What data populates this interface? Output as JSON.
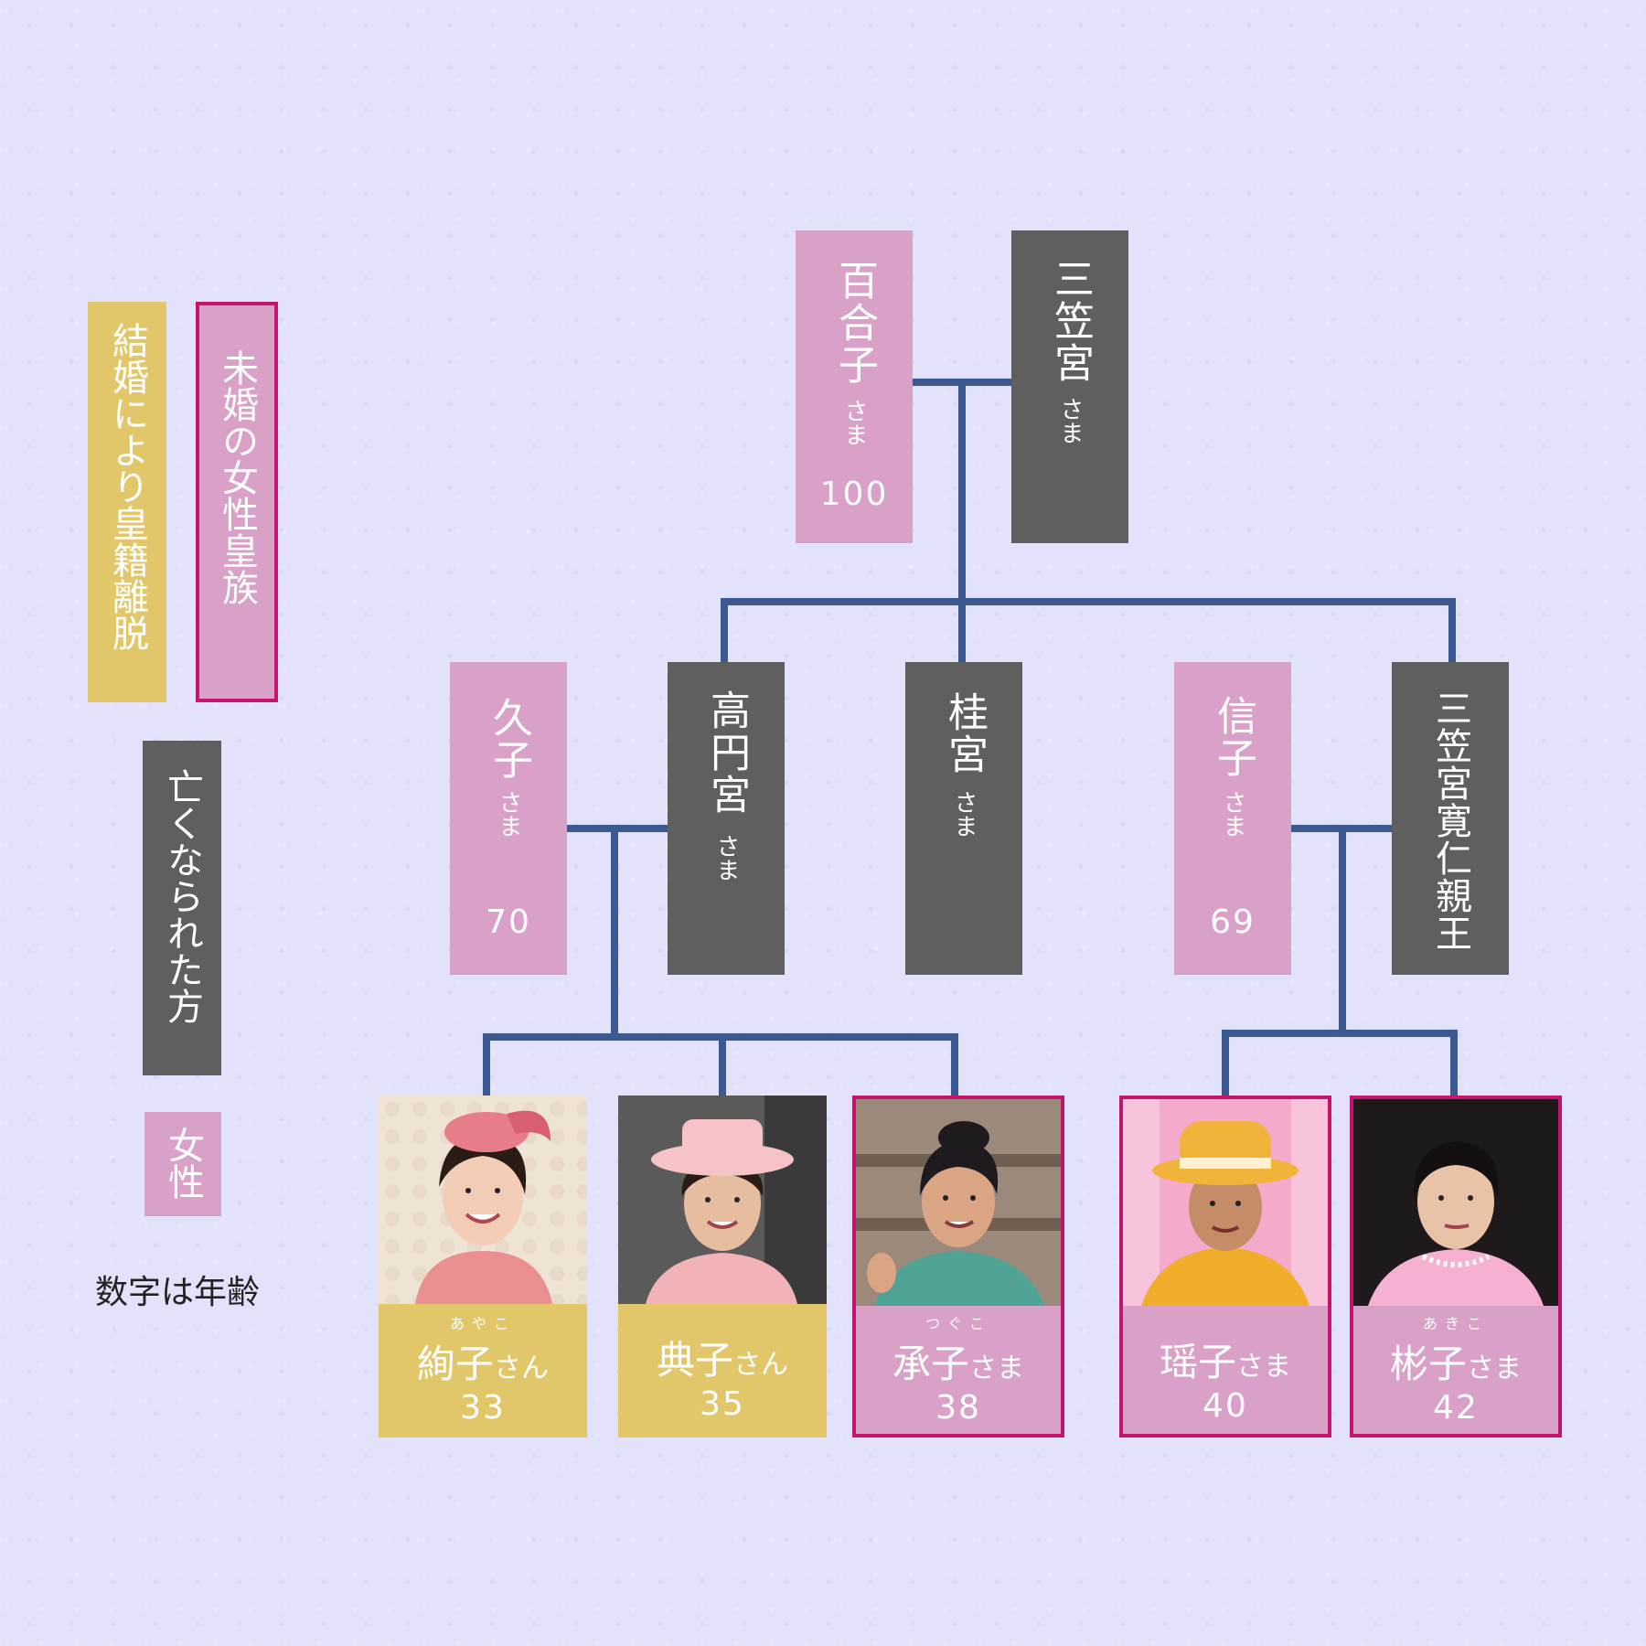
{
  "legend": {
    "married": "結婚により皇籍離脱",
    "unmarried": "未婚の女性皇族",
    "deceased": "亡くなられた方",
    "female": "女性",
    "note": "数字は年齢"
  },
  "colors": {
    "deceased": "#5f5f5f",
    "female": "#d9a0c8",
    "married": "#e2c66a",
    "unmarried_border": "#c4146e",
    "line": "#3a5a91",
    "background": "#e2e2fb"
  },
  "gen1": {
    "yuriko": {
      "name": "百合子",
      "honorific": "さま",
      "age": "100"
    },
    "mikasa": {
      "name": "三笠宮",
      "honorific": "さま"
    }
  },
  "gen2": {
    "hisako": {
      "name": "久子",
      "honorific": "さま",
      "age": "70"
    },
    "takamado": {
      "name": "高円宮",
      "honorific": "さま"
    },
    "katsura": {
      "name": "桂宮",
      "honorific": "さま"
    },
    "nobuko": {
      "name": "信子",
      "honorific": "さま",
      "age": "69"
    },
    "tomohito": {
      "name": "三笠宮寛仁親王"
    }
  },
  "gen3": {
    "ayako": {
      "furigana": "あやこ",
      "name": "絢子",
      "honorific": "さん",
      "age": "33"
    },
    "noriko": {
      "name": "典子",
      "honorific": "さん",
      "age": "35"
    },
    "tsuguko": {
      "furigana": "つぐこ",
      "name": "承子",
      "honorific": "さま",
      "age": "38"
    },
    "yoko": {
      "name": "瑶子",
      "honorific": "さま",
      "age": "40"
    },
    "akiko": {
      "furigana": "あきこ",
      "name": "彬子",
      "honorific": "さま",
      "age": "42"
    }
  }
}
